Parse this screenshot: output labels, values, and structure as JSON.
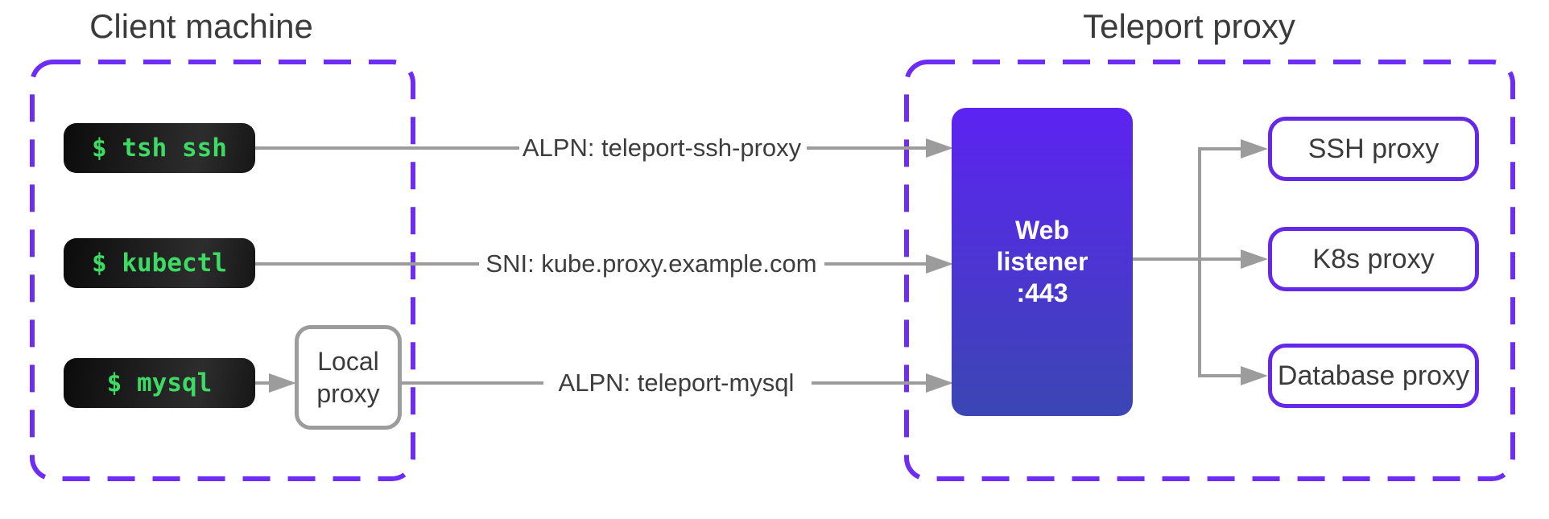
{
  "client": {
    "title": "Client machine",
    "terminals": [
      {
        "command": "$ tsh ssh"
      },
      {
        "command": "$ kubectl"
      },
      {
        "command": "$ mysql"
      }
    ],
    "local_proxy": {
      "lines": [
        "Local",
        "proxy"
      ]
    }
  },
  "connections": {
    "ssh": {
      "label": "ALPN: teleport-ssh-proxy"
    },
    "kube": {
      "label": "SNI: kube.proxy.example.com"
    },
    "mysql": {
      "label": "ALPN: teleport-mysql"
    }
  },
  "teleport": {
    "title": "Teleport proxy",
    "web_listener": {
      "lines": [
        "Web",
        "listener",
        ":443"
      ],
      "port": "443"
    },
    "proxies": [
      {
        "label": "SSH proxy"
      },
      {
        "label": "K8s proxy"
      },
      {
        "label": "Database proxy"
      }
    ]
  },
  "colors": {
    "dashed_border": "#6e2cf5",
    "proxy_box_border": "#6527e8",
    "listener_gradient_top": "#5d23f2",
    "listener_gradient_bottom": "#3b46b3",
    "connector_gray": "#9c9c9c",
    "terminal_green": "#3ddb63",
    "terminal_background": "#161616",
    "text_dark": "#3b3b3b",
    "label_text": "#3d3d3d",
    "background": "#ffffff"
  }
}
